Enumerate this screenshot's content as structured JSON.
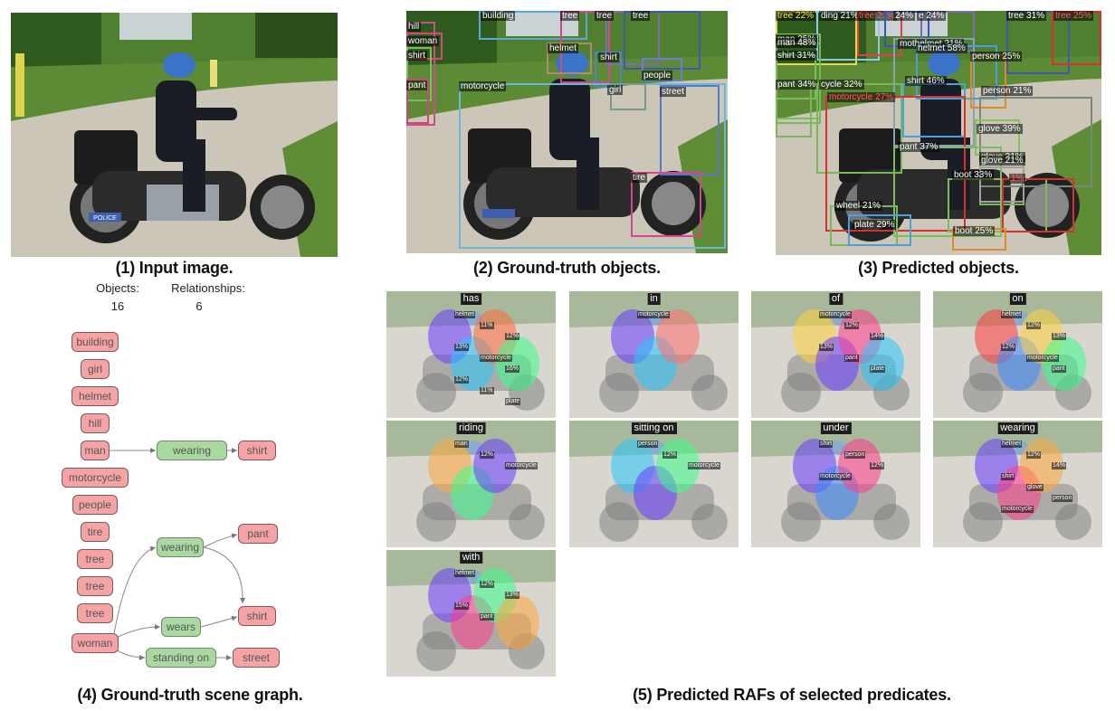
{
  "captions": {
    "input": "(1) Input image.",
    "gt_objects": "(2) Ground-truth objects.",
    "pred_objects": "(3) Predicted objects.",
    "scene_graph": "(4) Ground-truth scene graph.",
    "rafs": "(5) Predicted RAFs of selected predicates."
  },
  "stats": {
    "objects_label": "Objects:",
    "objects_value": "16",
    "relationships_label": "Relationships:",
    "relationships_value": "6"
  },
  "photo": {
    "badge_text": "POLICE"
  },
  "gt_boxes": [
    {
      "label": "building",
      "color": "#5aa9d6"
    },
    {
      "label": "tree",
      "color": "#cc4b8a"
    },
    {
      "label": "tree",
      "color": "#7d6bb0"
    },
    {
      "label": "tree",
      "color": "#3d5aa8"
    },
    {
      "label": "hill",
      "color": "#c8508a"
    },
    {
      "label": "woman",
      "color": "#d24a7c"
    },
    {
      "label": "shirt",
      "color": "#7bbd5e"
    },
    {
      "label": "helmet",
      "color": "#b08a6a"
    },
    {
      "label": "shirt",
      "color": "#4c86c6"
    },
    {
      "label": "people",
      "color": "#6a7fcc"
    },
    {
      "label": "pant",
      "color": "#d0457a"
    },
    {
      "label": "motorcycle",
      "color": "#6ab7dd"
    },
    {
      "label": "girl",
      "color": "#7a9a8a"
    },
    {
      "label": "street",
      "color": "#5c78c8"
    },
    {
      "label": "tire",
      "color": "#d5478c"
    }
  ],
  "pred_boxes": [
    {
      "label": "tree 22%",
      "color": "#e8d84a"
    },
    {
      "label": "ding 21%",
      "color": "#8dc8ea"
    },
    {
      "label": "tree 21%",
      "color": "#e04040"
    },
    {
      "label": "24%",
      "color": "#2e55b8"
    },
    {
      "label": "e 24%",
      "color": "#7d6bb0"
    },
    {
      "label": "tree 31%",
      "color": "#3d5aa8"
    },
    {
      "label": "tree 25%",
      "color": "#d63030"
    },
    {
      "label": "man 25%",
      "color": "#7bbd5e"
    },
    {
      "label": "man 48%",
      "color": "#79b85a"
    },
    {
      "label": "mothelmet 21%",
      "color": "#8aa0b8"
    },
    {
      "label": "helmet 58%",
      "color": "#4aa0d8"
    },
    {
      "label": "shirt 31%",
      "color": "#7bbd5e"
    },
    {
      "label": "person 25%",
      "color": "#e08a2a"
    },
    {
      "label": "pant 34%",
      "color": "#79b85a"
    },
    {
      "label": "cycle 32%",
      "color": "#79b85a"
    },
    {
      "label": "shirt 46%",
      "color": "#4aa0d8"
    },
    {
      "label": "motorcycle 27%",
      "color": "#d63030"
    },
    {
      "label": "person 21%",
      "color": "#7a8a7a"
    },
    {
      "label": "glove 39%",
      "color": "#8ac05c"
    },
    {
      "label": "pant 37%",
      "color": "#7bbd5e"
    },
    {
      "label": "glove 31%",
      "color": "#79b85a"
    },
    {
      "label": "glove 21%",
      "color": "#a0a0a0"
    },
    {
      "label": "boot 33%",
      "color": "#7bbd5e"
    },
    {
      "label": "1%",
      "color": "#d63030"
    },
    {
      "label": "wheel 21%",
      "color": "#79b85a"
    },
    {
      "label": "plate 29%",
      "color": "#4aa0d8"
    },
    {
      "label": "boot 25%",
      "color": "#e08a2a"
    }
  ],
  "scene_graph": {
    "object_nodes": [
      "building",
      "girl",
      "helmet",
      "hill",
      "man",
      "motorcycle",
      "people",
      "tire",
      "tree",
      "tree",
      "tree",
      "woman"
    ],
    "relation_nodes": [
      "wearing",
      "wearing",
      "wears",
      "standing on"
    ],
    "target_nodes": [
      "shirt",
      "pant",
      "shirt",
      "street"
    ]
  },
  "rafs": [
    {
      "predicate": "has",
      "labels": [
        "helmet",
        "11%",
        "12%",
        "13%",
        "motorcycle",
        "16%",
        "12%",
        "11%",
        "plate"
      ]
    },
    {
      "predicate": "in",
      "labels": [
        "motorcycle"
      ]
    },
    {
      "predicate": "of",
      "labels": [
        "motorcycle",
        "12%",
        "14%",
        "13%",
        "pant",
        "plate"
      ]
    },
    {
      "predicate": "on",
      "labels": [
        "helmet",
        "12%",
        "13%",
        "12%",
        "motorcycle",
        "pant"
      ]
    },
    {
      "predicate": "riding",
      "labels": [
        "man",
        "12%",
        "motorcycle"
      ]
    },
    {
      "predicate": "sitting on",
      "labels": [
        "person",
        "12%",
        "motorcycle"
      ]
    },
    {
      "predicate": "under",
      "labels": [
        "shirt",
        "person",
        "12%",
        "motorcycle"
      ]
    },
    {
      "predicate": "wearing",
      "labels": [
        "helmet",
        "12%",
        "14%",
        "shirt",
        "glove",
        "person",
        "motorcycle"
      ]
    },
    {
      "predicate": "with",
      "labels": [
        "helmet",
        "12%",
        "13%",
        "15%",
        "pant"
      ]
    }
  ]
}
